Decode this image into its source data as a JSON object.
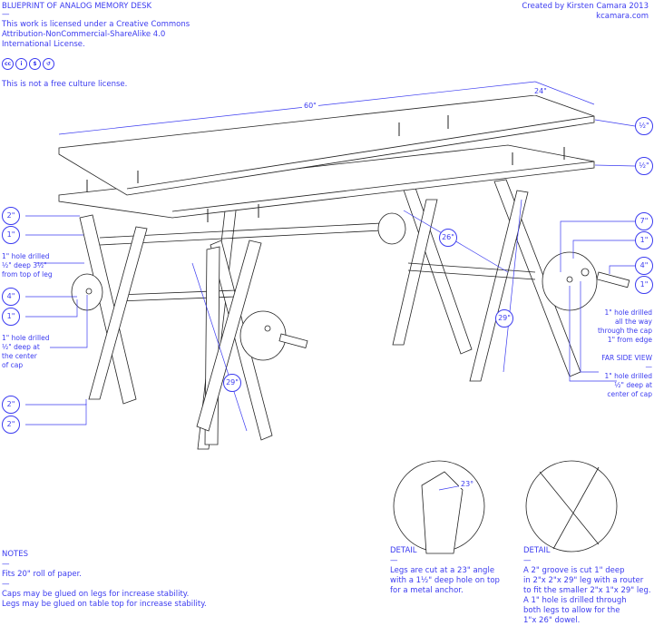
{
  "header": {
    "title": "BLUEPRINT OF ANALOG MEMORY DESK",
    "separator": "—",
    "license_lines": [
      "This work is licensed under a Creative Commons",
      "Attribution-NonCommercial-ShareAlike 4.0",
      "International License."
    ],
    "license_icons": [
      "cc-icon",
      "by-icon",
      "nc-icon",
      "sa-icon"
    ],
    "license_icon_glyphs": [
      "cc",
      "i",
      "$",
      "↺"
    ],
    "free_culture": "This is not a free culture license.",
    "credit": "Created by Kirsten Camara 2013",
    "website": "kcamara.com"
  },
  "dimensions": {
    "length": "60\"",
    "width": "24\"",
    "top_thickness_1": "½\"",
    "top_thickness_2": "½\"",
    "dowel_length": "26\"",
    "leg_length_right": "29\"",
    "leg_length_left": "29\"",
    "left_leg_top_w": "2\"",
    "left_leg_top_d": "1\"",
    "left_cap_diam": "4\"",
    "left_cap_thick": "1\"",
    "left_leg_bottom_w": "2\"",
    "left_leg_bottom_d": "2\"",
    "right_cap_diam": "7\"",
    "right_cap_thick": "1\"",
    "right_dowel_len": "4\"",
    "right_dowel_diam": "1\"",
    "angle": "23°"
  },
  "annotations": {
    "left_hole_leg": [
      "1\" hole drilled",
      "½\" deep 3½\"",
      "from top of leg"
    ],
    "left_hole_cap": [
      "1\" hole drilled",
      "½\" deep at",
      "the center",
      "of cap"
    ],
    "right_hole_through": [
      "1\" hole drilled",
      "all the way",
      "through the cap",
      "1\" from edge"
    ],
    "far_side_title": "FAR SIDE VIEW",
    "separator": "—",
    "right_hole_center": [
      "1\" hole drilled",
      "½\" deep at",
      "center of cap"
    ]
  },
  "notes": {
    "title": "NOTES",
    "separator": "—",
    "line1": "Fits 20\" roll of paper.",
    "lines": [
      "Caps may be glued on legs for increase stability.",
      "Legs may be glued on table top for increase stability."
    ]
  },
  "detail1": {
    "title": "DETAIL",
    "separator": "—",
    "lines": [
      "Legs are cut at a 23\" angle",
      "with a 1½\" deep hole on top",
      "for a metal anchor."
    ]
  },
  "detail2": {
    "title": "DETAIL",
    "separator": "—",
    "lines": [
      "A 2\" groove is cut 1\" deep",
      "in 2\"x 2\"x 29\" leg with a router",
      "to fit the smaller 2\"x 1\"x 29\" leg.",
      "A 1\" hole is drilled through",
      "both legs to allow for the",
      "1\"x 26\" dowel."
    ]
  },
  "colors": {
    "accent": "#3b3bf0",
    "line": "#222222"
  }
}
